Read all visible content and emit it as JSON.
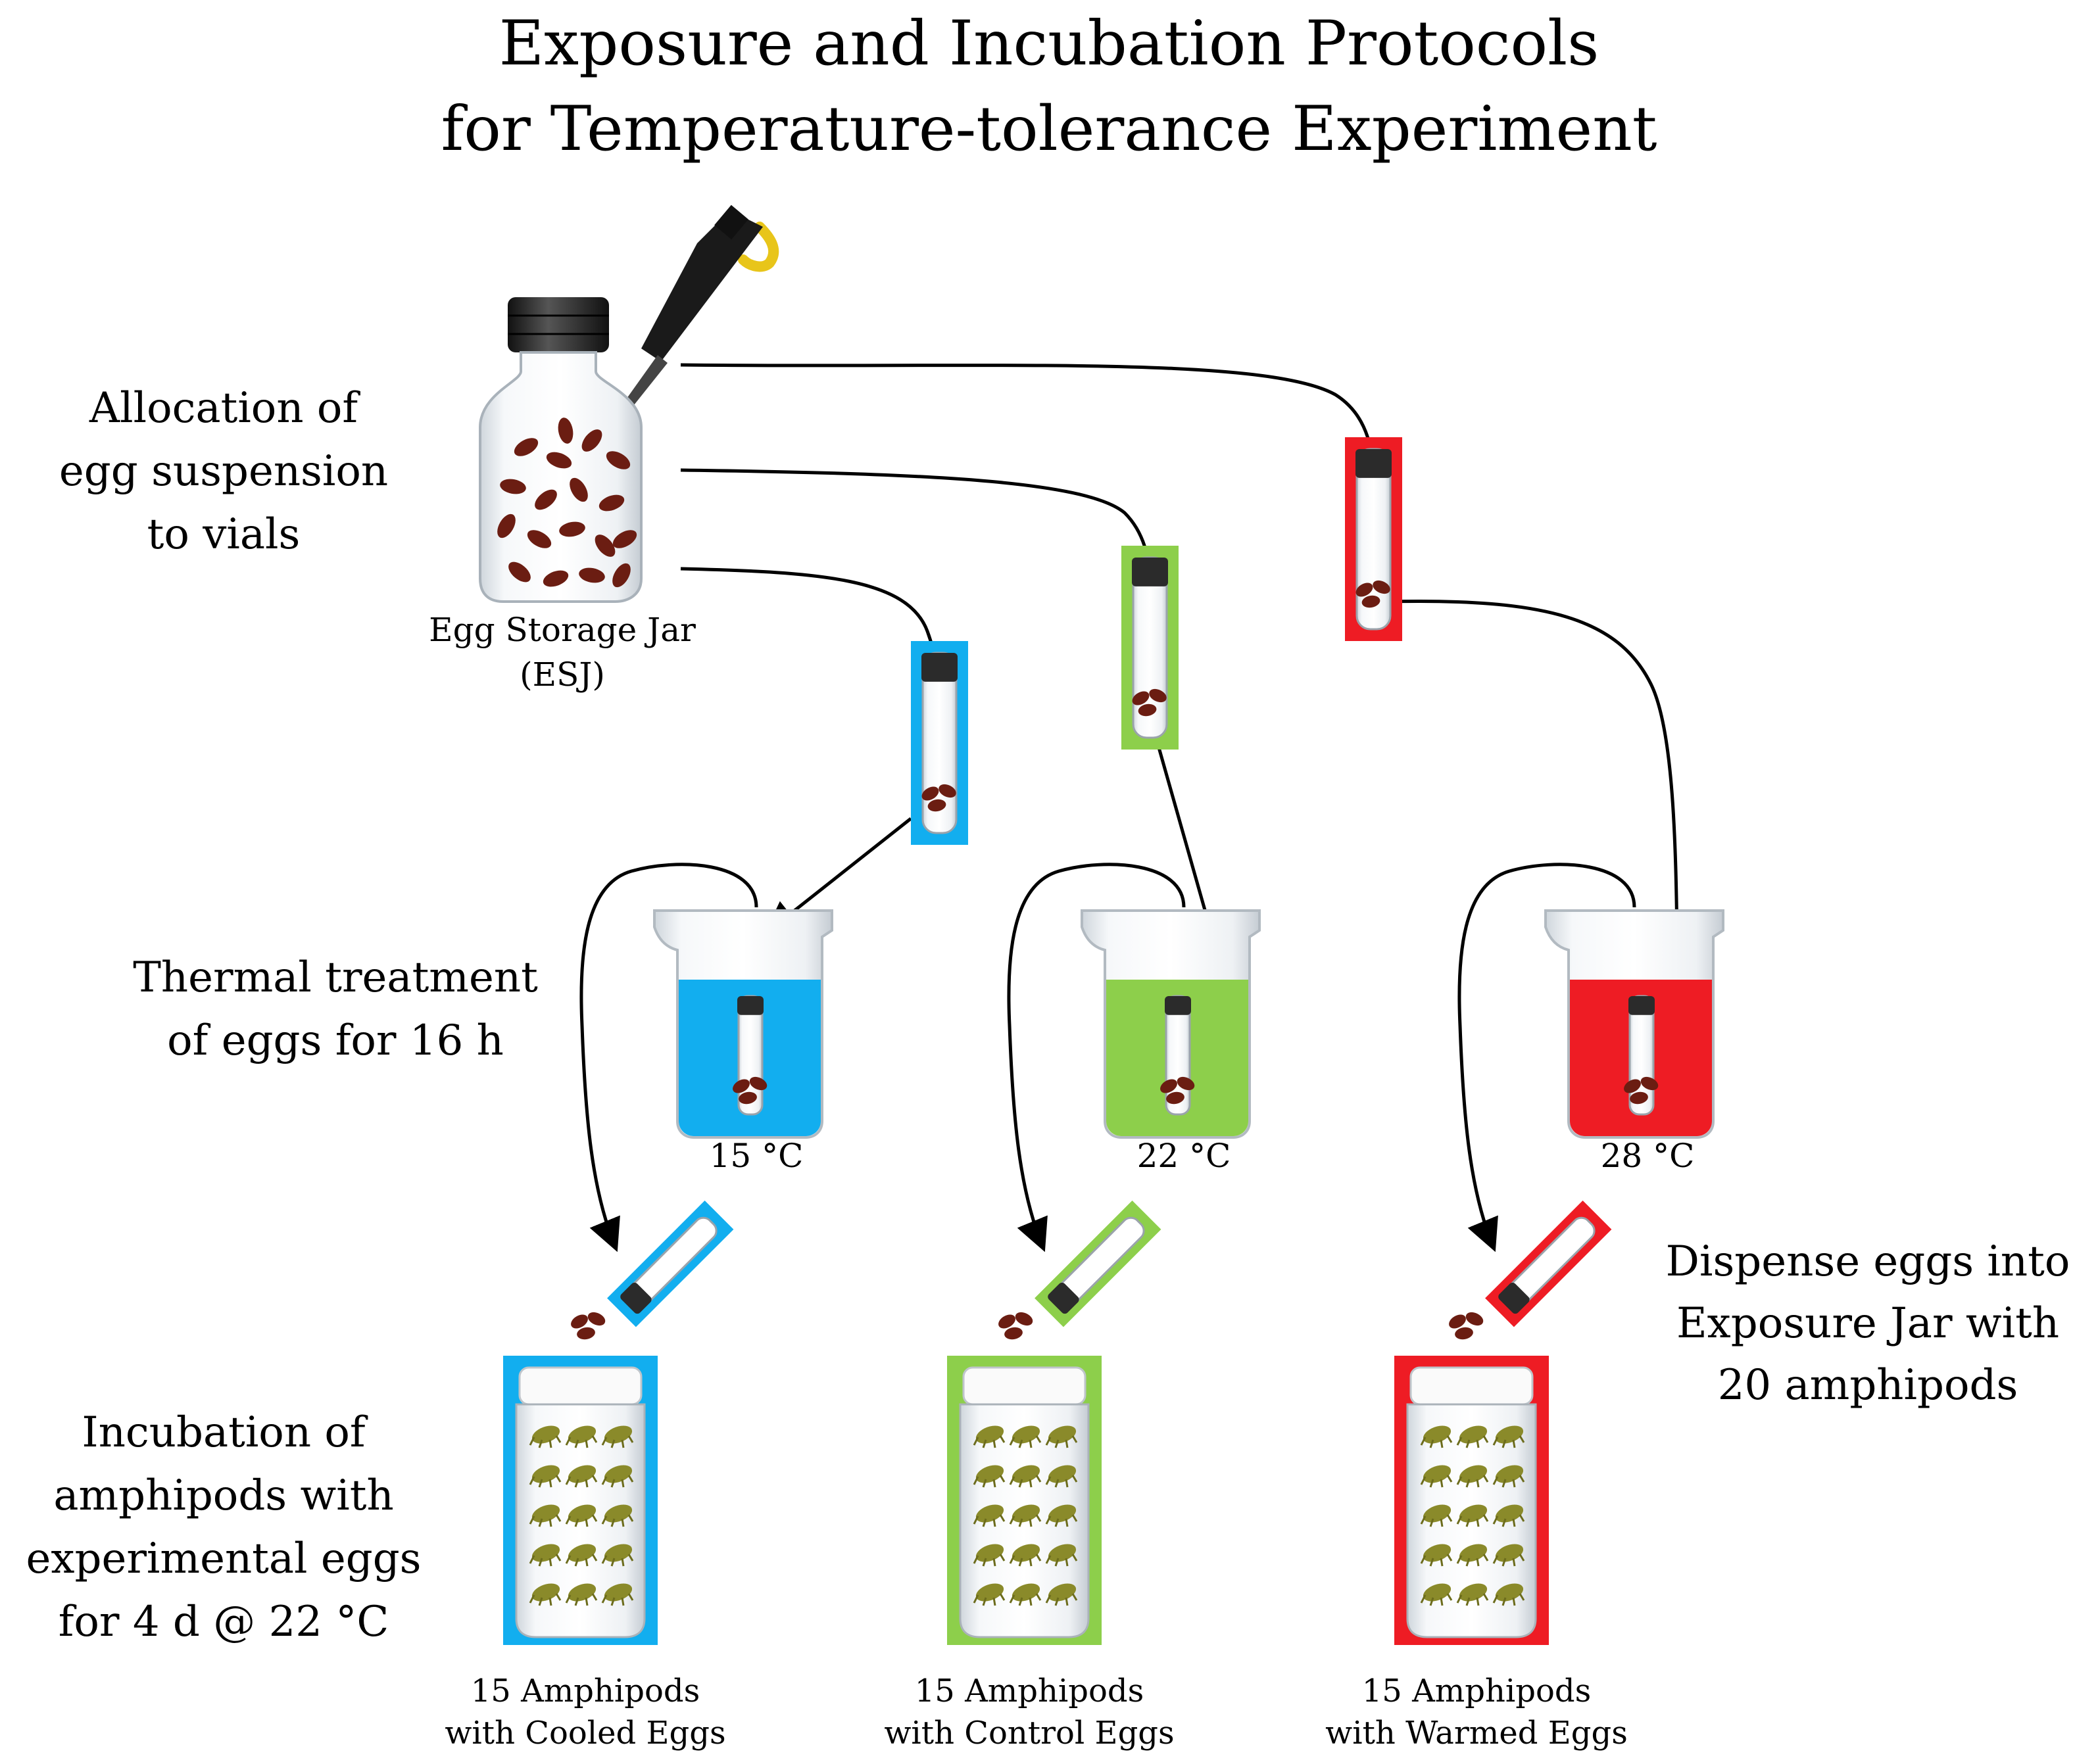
{
  "title": {
    "line1": "Exposure and Incubation Protocols",
    "line2": "for Temperature-tolerance Experiment"
  },
  "step_labels": {
    "allocation": [
      "Allocation of",
      "egg suspension",
      "to vials"
    ],
    "thermal": [
      "Thermal treatment",
      "of eggs for 16 h"
    ],
    "incubation": [
      "Incubation of",
      "amphipods with",
      "experimental eggs",
      "for 4 d @ 22 °C"
    ],
    "dispense": [
      "Dispense eggs into",
      "Exposure Jar with",
      "20 amphipods"
    ]
  },
  "storage_jar": {
    "name": "Egg Storage Jar",
    "abbrev": "(ESJ)"
  },
  "colors": {
    "cool": "#12aeef",
    "control": "#8dcf4b",
    "warm": "#ee1c24",
    "egg": "#6b1d12",
    "cap": "#2b2b2b"
  },
  "treatments": [
    {
      "key": "cool",
      "temperature": "15 °C",
      "result": [
        "15 Amphipods",
        "with Cooled Eggs"
      ]
    },
    {
      "key": "control",
      "temperature": "22 °C",
      "result": [
        "15 Amphipods",
        "with Control Eggs"
      ]
    },
    {
      "key": "warm",
      "temperature": "28 °C",
      "result": [
        "15 Amphipods",
        "with Warmed Eggs"
      ]
    }
  ]
}
